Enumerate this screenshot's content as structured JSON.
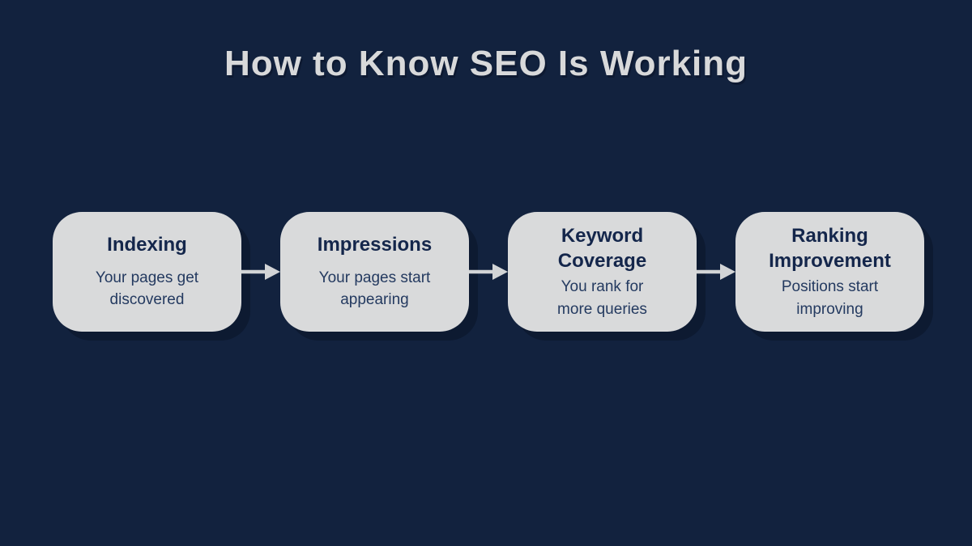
{
  "title": "How to Know SEO Is Working",
  "colors": {
    "background": "#12223E",
    "card_fill": "#D9DADB",
    "card_shadow": "#0D1A31",
    "card_title": "#14264B",
    "card_desc": "#243A60",
    "title_text": "#D8D9DA",
    "arrow": "#D2D4D6"
  },
  "flow": {
    "cards": [
      {
        "title": "Indexing",
        "desc": "Your pages get\ndiscovered"
      },
      {
        "title": "Impressions",
        "desc": "Your pages start\nappearing"
      },
      {
        "title": "Keyword\nCoverage",
        "desc": "You rank for\nmore queries"
      },
      {
        "title": "Ranking\nImprovement",
        "desc": "Positions start\nimproving"
      }
    ]
  }
}
